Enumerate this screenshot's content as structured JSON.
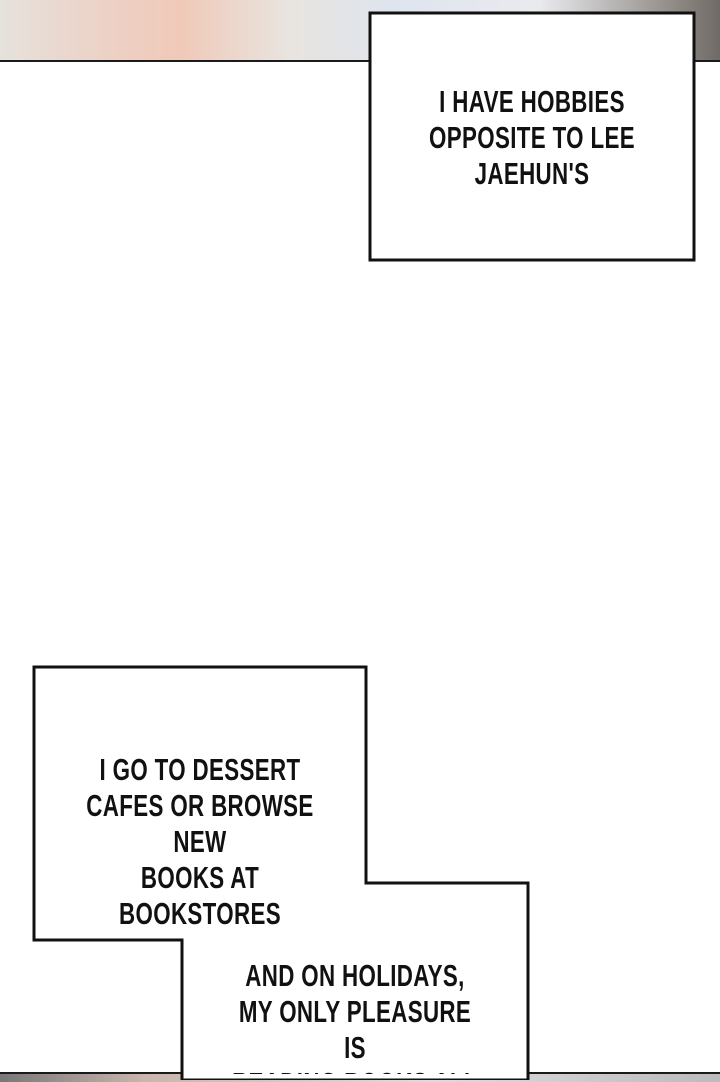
{
  "captions": {
    "first": "I HAVE HOBBIES\nOPPOSITE TO LEE\nJAEHUN'S",
    "second": "I GO TO DESSERT\nCAFES OR BROWSE NEW\nBOOKS AT BOOKSTORES",
    "third": "AND ON HOLIDAYS,\nMY ONLY PLEASURE IS\nREADING BOOKS ALL DAY\nUNTIL I FALL ASLEEP"
  }
}
